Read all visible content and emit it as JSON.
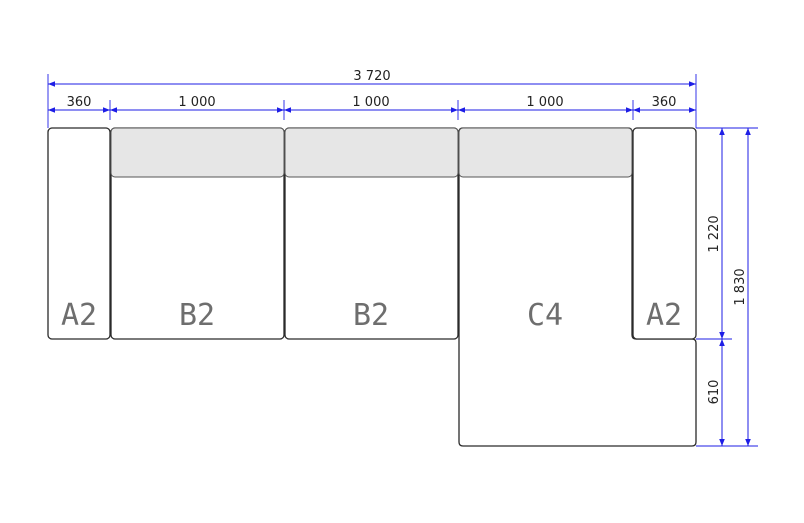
{
  "modules": [
    {
      "id": "a2-left",
      "label": "A2"
    },
    {
      "id": "b2-first",
      "label": "B2"
    },
    {
      "id": "b2-second",
      "label": "B2"
    },
    {
      "id": "c4",
      "label": "C4"
    },
    {
      "id": "a2-right",
      "label": "A2"
    }
  ],
  "dimensions": {
    "total_width": "3 720",
    "segments": [
      "360",
      "1 000",
      "1 000",
      "1 000",
      "360"
    ],
    "depth_main": "1 220",
    "depth_total": "1 830",
    "depth_extension": "610"
  },
  "colors": {
    "dimension": "#1e1ee6",
    "outline": "#2a2a2a",
    "cushion": "#e6e6e6",
    "label": "#6e6e6e"
  }
}
